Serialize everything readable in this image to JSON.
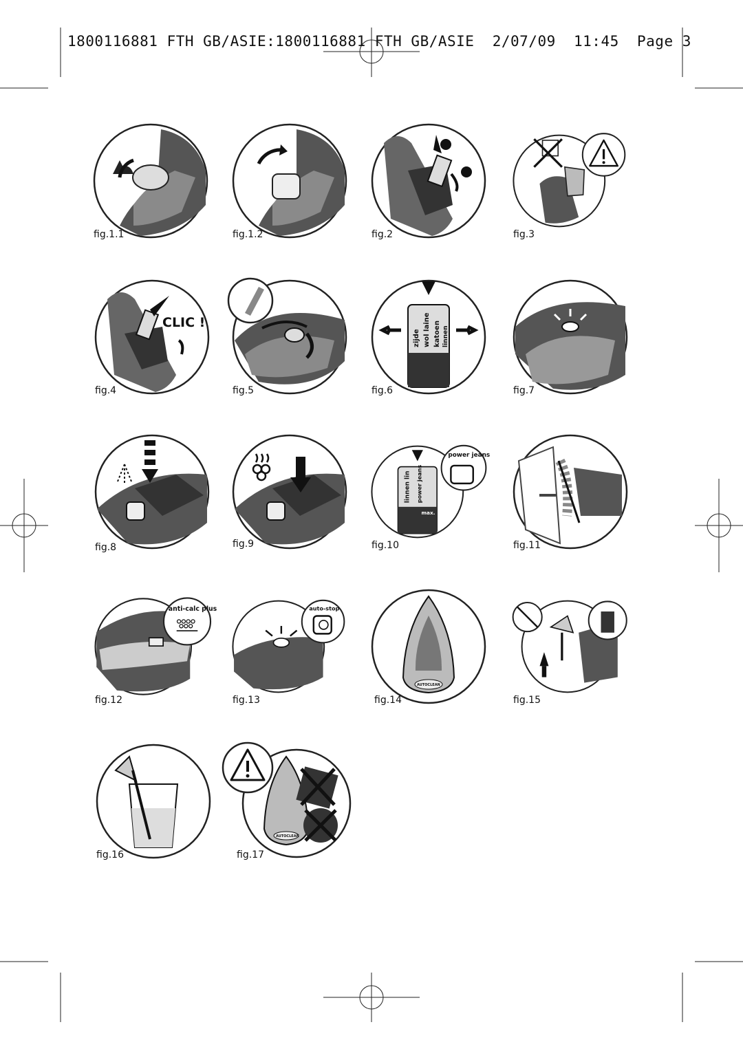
{
  "header": {
    "text": "1800116881 FTH GB/ASIE:1800116881 FTH GB/ASIE  2/07/09  11:45  Page 3"
  },
  "figures": [
    {
      "caption": "fig.1.1"
    },
    {
      "caption": "fig.1.2"
    },
    {
      "caption": "fig.2"
    },
    {
      "caption": "fig.3"
    },
    {
      "caption": "fig.4",
      "label": "CLIC !"
    },
    {
      "caption": "fig.5"
    },
    {
      "caption": "fig.6",
      "dial": [
        "zijde",
        "wol laine",
        "katoen",
        "linnen"
      ]
    },
    {
      "caption": "fig.7"
    },
    {
      "caption": "fig.8"
    },
    {
      "caption": "fig.9"
    },
    {
      "caption": "fig.10",
      "dial": [
        "linnen lin",
        "power jeans",
        "max."
      ],
      "badge": "power jeans"
    },
    {
      "caption": "fig.11"
    },
    {
      "caption": "fig.12",
      "badge": "anti-calc plus"
    },
    {
      "caption": "fig.13",
      "badge": "auto-stop"
    },
    {
      "caption": "fig.14",
      "soleplate": "AUTOCLEAN"
    },
    {
      "caption": "fig.15"
    },
    {
      "caption": "fig.16"
    },
    {
      "caption": "fig.17",
      "soleplate": "AUTOCLEAN"
    }
  ],
  "colors": {
    "ink": "#111111",
    "dark_grey": "#555555",
    "mid_grey": "#8a8a8a",
    "light_grey": "#d0d0d0"
  }
}
